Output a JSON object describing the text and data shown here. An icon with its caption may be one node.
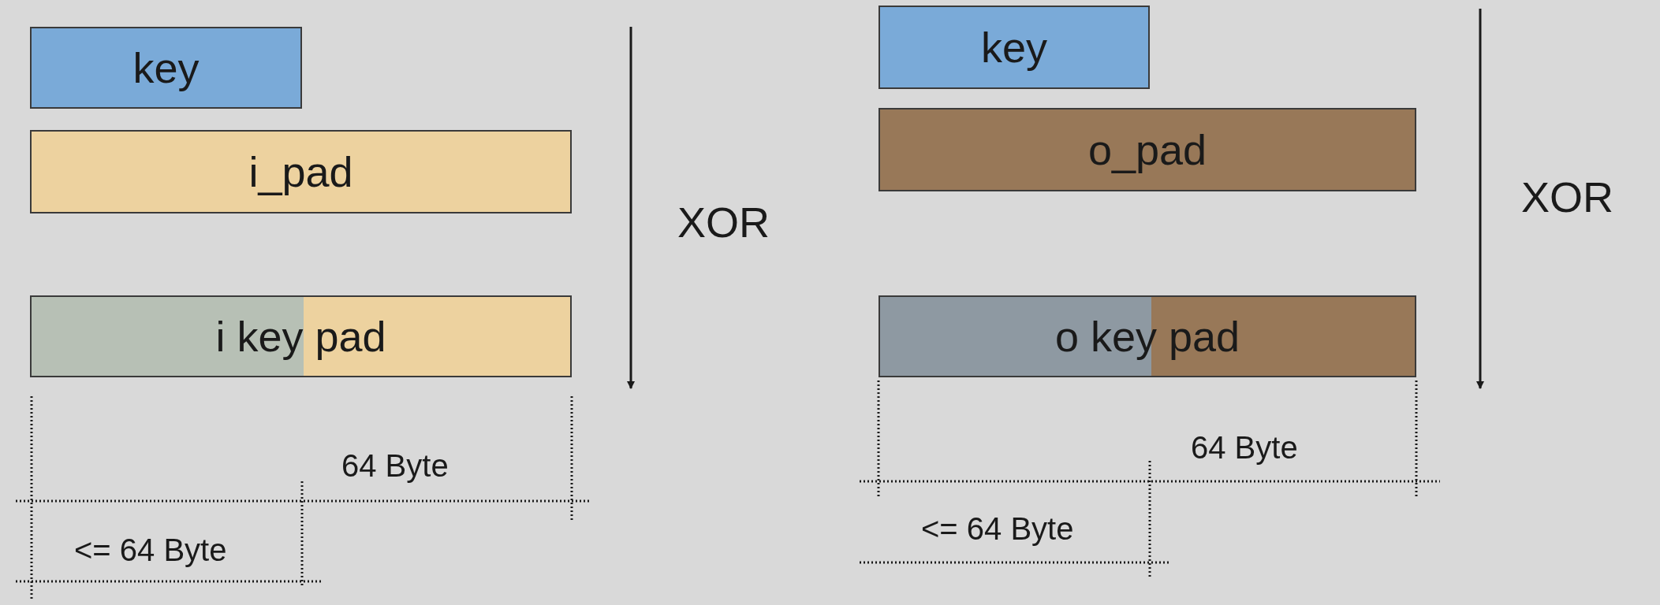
{
  "diagram": {
    "nodes": [
      {
        "text": [
          "key"
        ]
      },
      {
        "text": [
          "i_pad"
        ]
      },
      {
        "text": [
          "i key pad"
        ]
      },
      {
        "text": [
          "key"
        ]
      },
      {
        "text": [
          "o_pad"
        ]
      },
      {
        "text": [
          "o key pad"
        ]
      }
    ],
    "labels": [
      "XOR",
      "64 Byte",
      "<= 64 Byte",
      "XOR",
      "64 Byte",
      "<= 64 Byte"
    ]
  }
}
